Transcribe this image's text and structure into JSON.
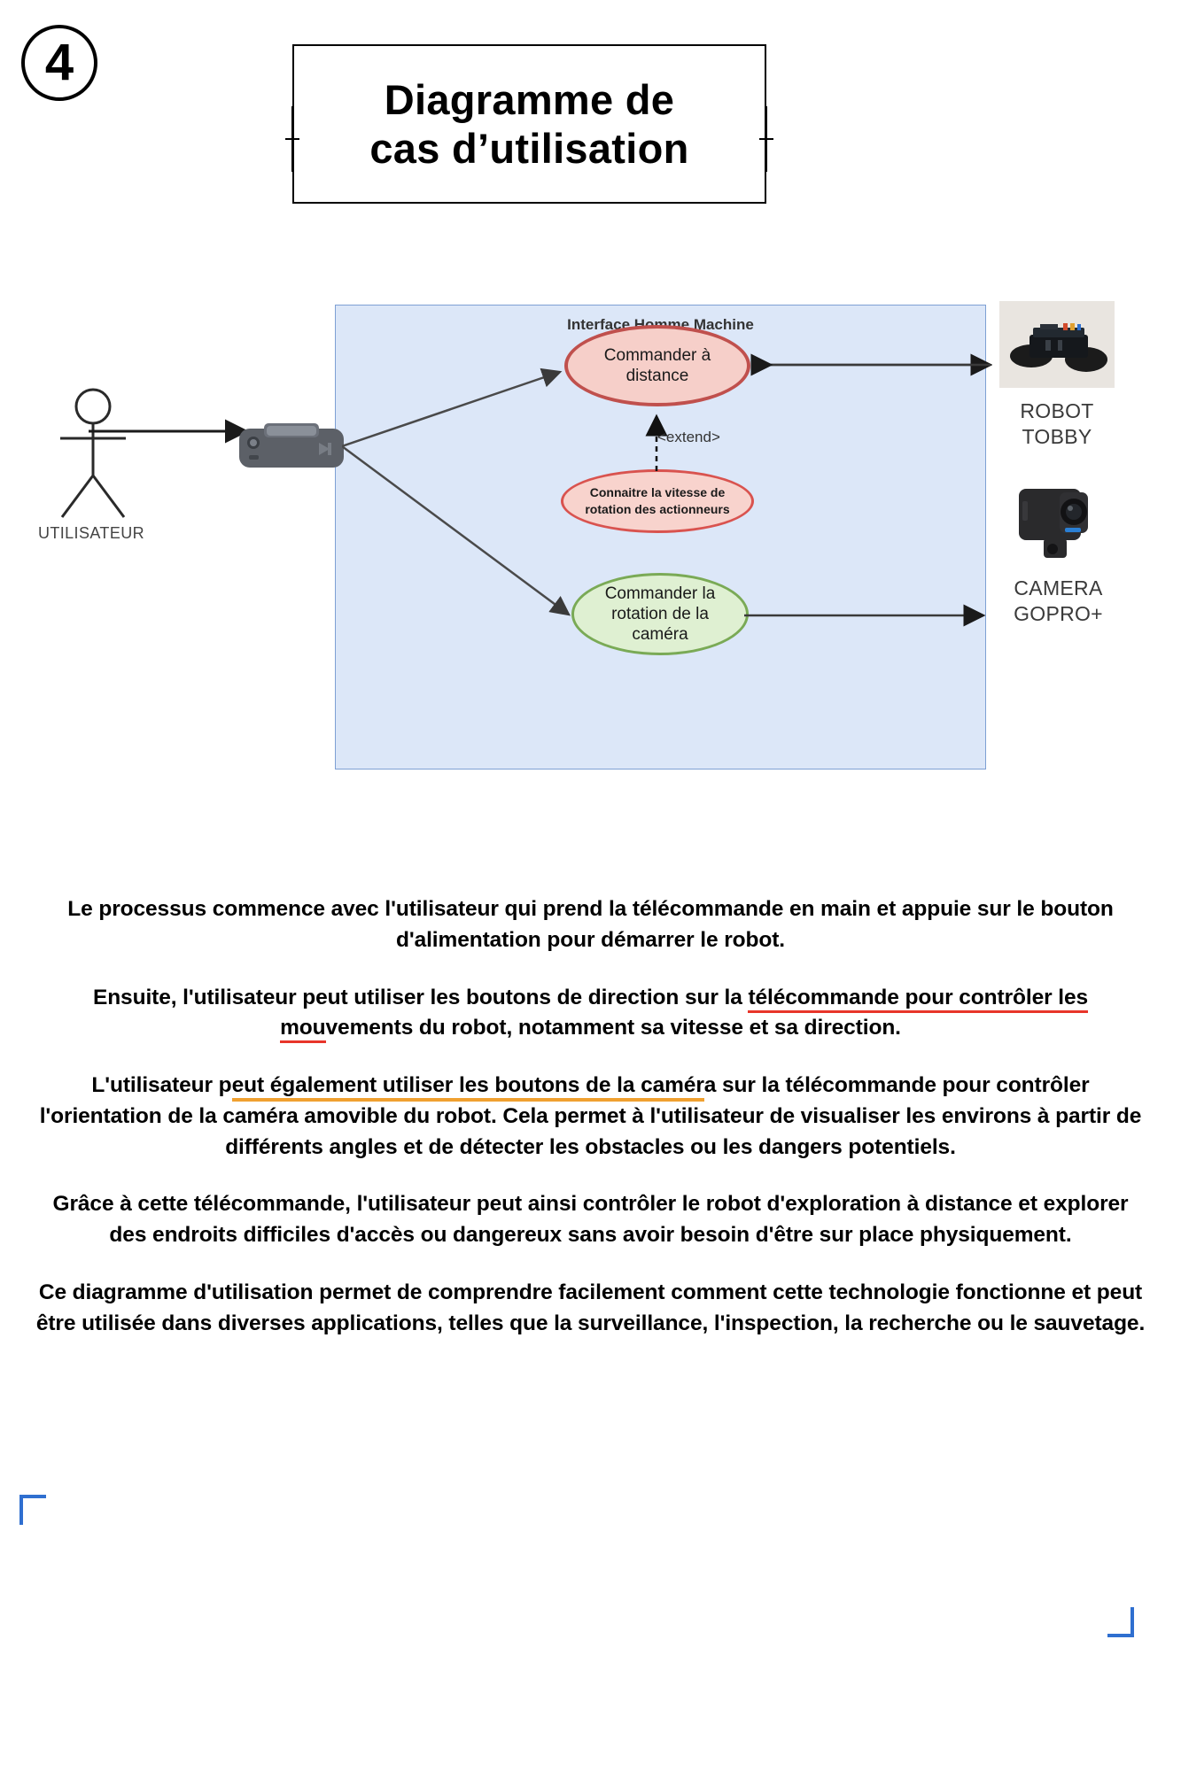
{
  "page": {
    "badge_number": "4",
    "title_lines": [
      "Diagramme de",
      "cas d’utilisation"
    ]
  },
  "diagram": {
    "system_boundary_label": "Interface Homme Machine",
    "actor": {
      "name": "UTILISATEUR",
      "icon": "stick-figure-actor-icon"
    },
    "remote": {
      "icon": "gamepad-remote-control-icon"
    },
    "use_cases": [
      {
        "id": "uc-commander-a-distance",
        "label": "Commander à\ndistance",
        "color": "#c0504d",
        "fill": "#f6cfc9"
      },
      {
        "id": "uc-connaitre-vitesse",
        "label": "Connaitre la vitesse de\nrotation des actionneurs",
        "color": "#d9534f",
        "fill": "#f8d3cd"
      },
      {
        "id": "uc-commander-rotation-camera",
        "label": "Commander la\nrotation de la\ncaméra",
        "color": "#7aaa56",
        "fill": "#dff0d2"
      }
    ],
    "relationship_label": "<extend>",
    "devices": [
      {
        "id": "robot",
        "label": "ROBOT\nTOBBY",
        "icon": "tracked-robot-photo"
      },
      {
        "id": "camera",
        "label": "CAMERA\nGOPRO+",
        "icon": "action-camera-photo"
      }
    ]
  },
  "body": {
    "paragraphs": [
      {
        "id": "p1",
        "runs": [
          {
            "text": "Le processus commence avec l'utilisateur qui prend la télécommande en main et appuie sur le bouton d'alimentation pour démarrer le robot.",
            "style": "plain"
          }
        ]
      },
      {
        "id": "p2",
        "runs": [
          {
            "text": "Ensuite, l'utilisateur peut utiliser les boutons de direction sur la ",
            "style": "plain"
          },
          {
            "text": "télécommande pour contrôler les mou",
            "style": "underline-red"
          },
          {
            "text": "vements du robot, notamment sa vitesse et sa direction.",
            "style": "plain"
          }
        ]
      },
      {
        "id": "p3",
        "runs": [
          {
            "text": "L'utilisateur p",
            "style": "plain"
          },
          {
            "text": "eut également utiliser les boutons de la camér",
            "style": "underline-orange"
          },
          {
            "text": "a sur la télécommande pour contrôler l'orientation de la caméra amovible du robot. Cela permet à l'utilisateur de visualiser les environs à partir de différents angles et de détecter les obstacles ou les dangers potentiels.",
            "style": "plain"
          }
        ]
      },
      {
        "id": "p4",
        "runs": [
          {
            "text": "Grâce à cette télécommande, l'utilisateur peut ainsi contrôler le robot d'exploration à distance et explorer des endroits difficiles d'accès ou dangereux sans avoir besoin d'être sur place physiquement.",
            "style": "plain"
          }
        ]
      },
      {
        "id": "p5",
        "runs": [
          {
            "text": "Ce diagramme d'utilisation permet de comprendre facilement comment cette technologie fonctionne et peut être utilisée dans diverses applications, telles que la surveillance, l'inspection, la recherche ou le sauvetage.",
            "style": "plain"
          }
        ]
      }
    ]
  },
  "colors": {
    "boundary_fill": "#dce7f8",
    "boundary_stroke": "#7ea0d4",
    "underline_red": "#e8352a",
    "underline_orange": "#f0a030",
    "bracket_blue": "#2f6fd0"
  }
}
